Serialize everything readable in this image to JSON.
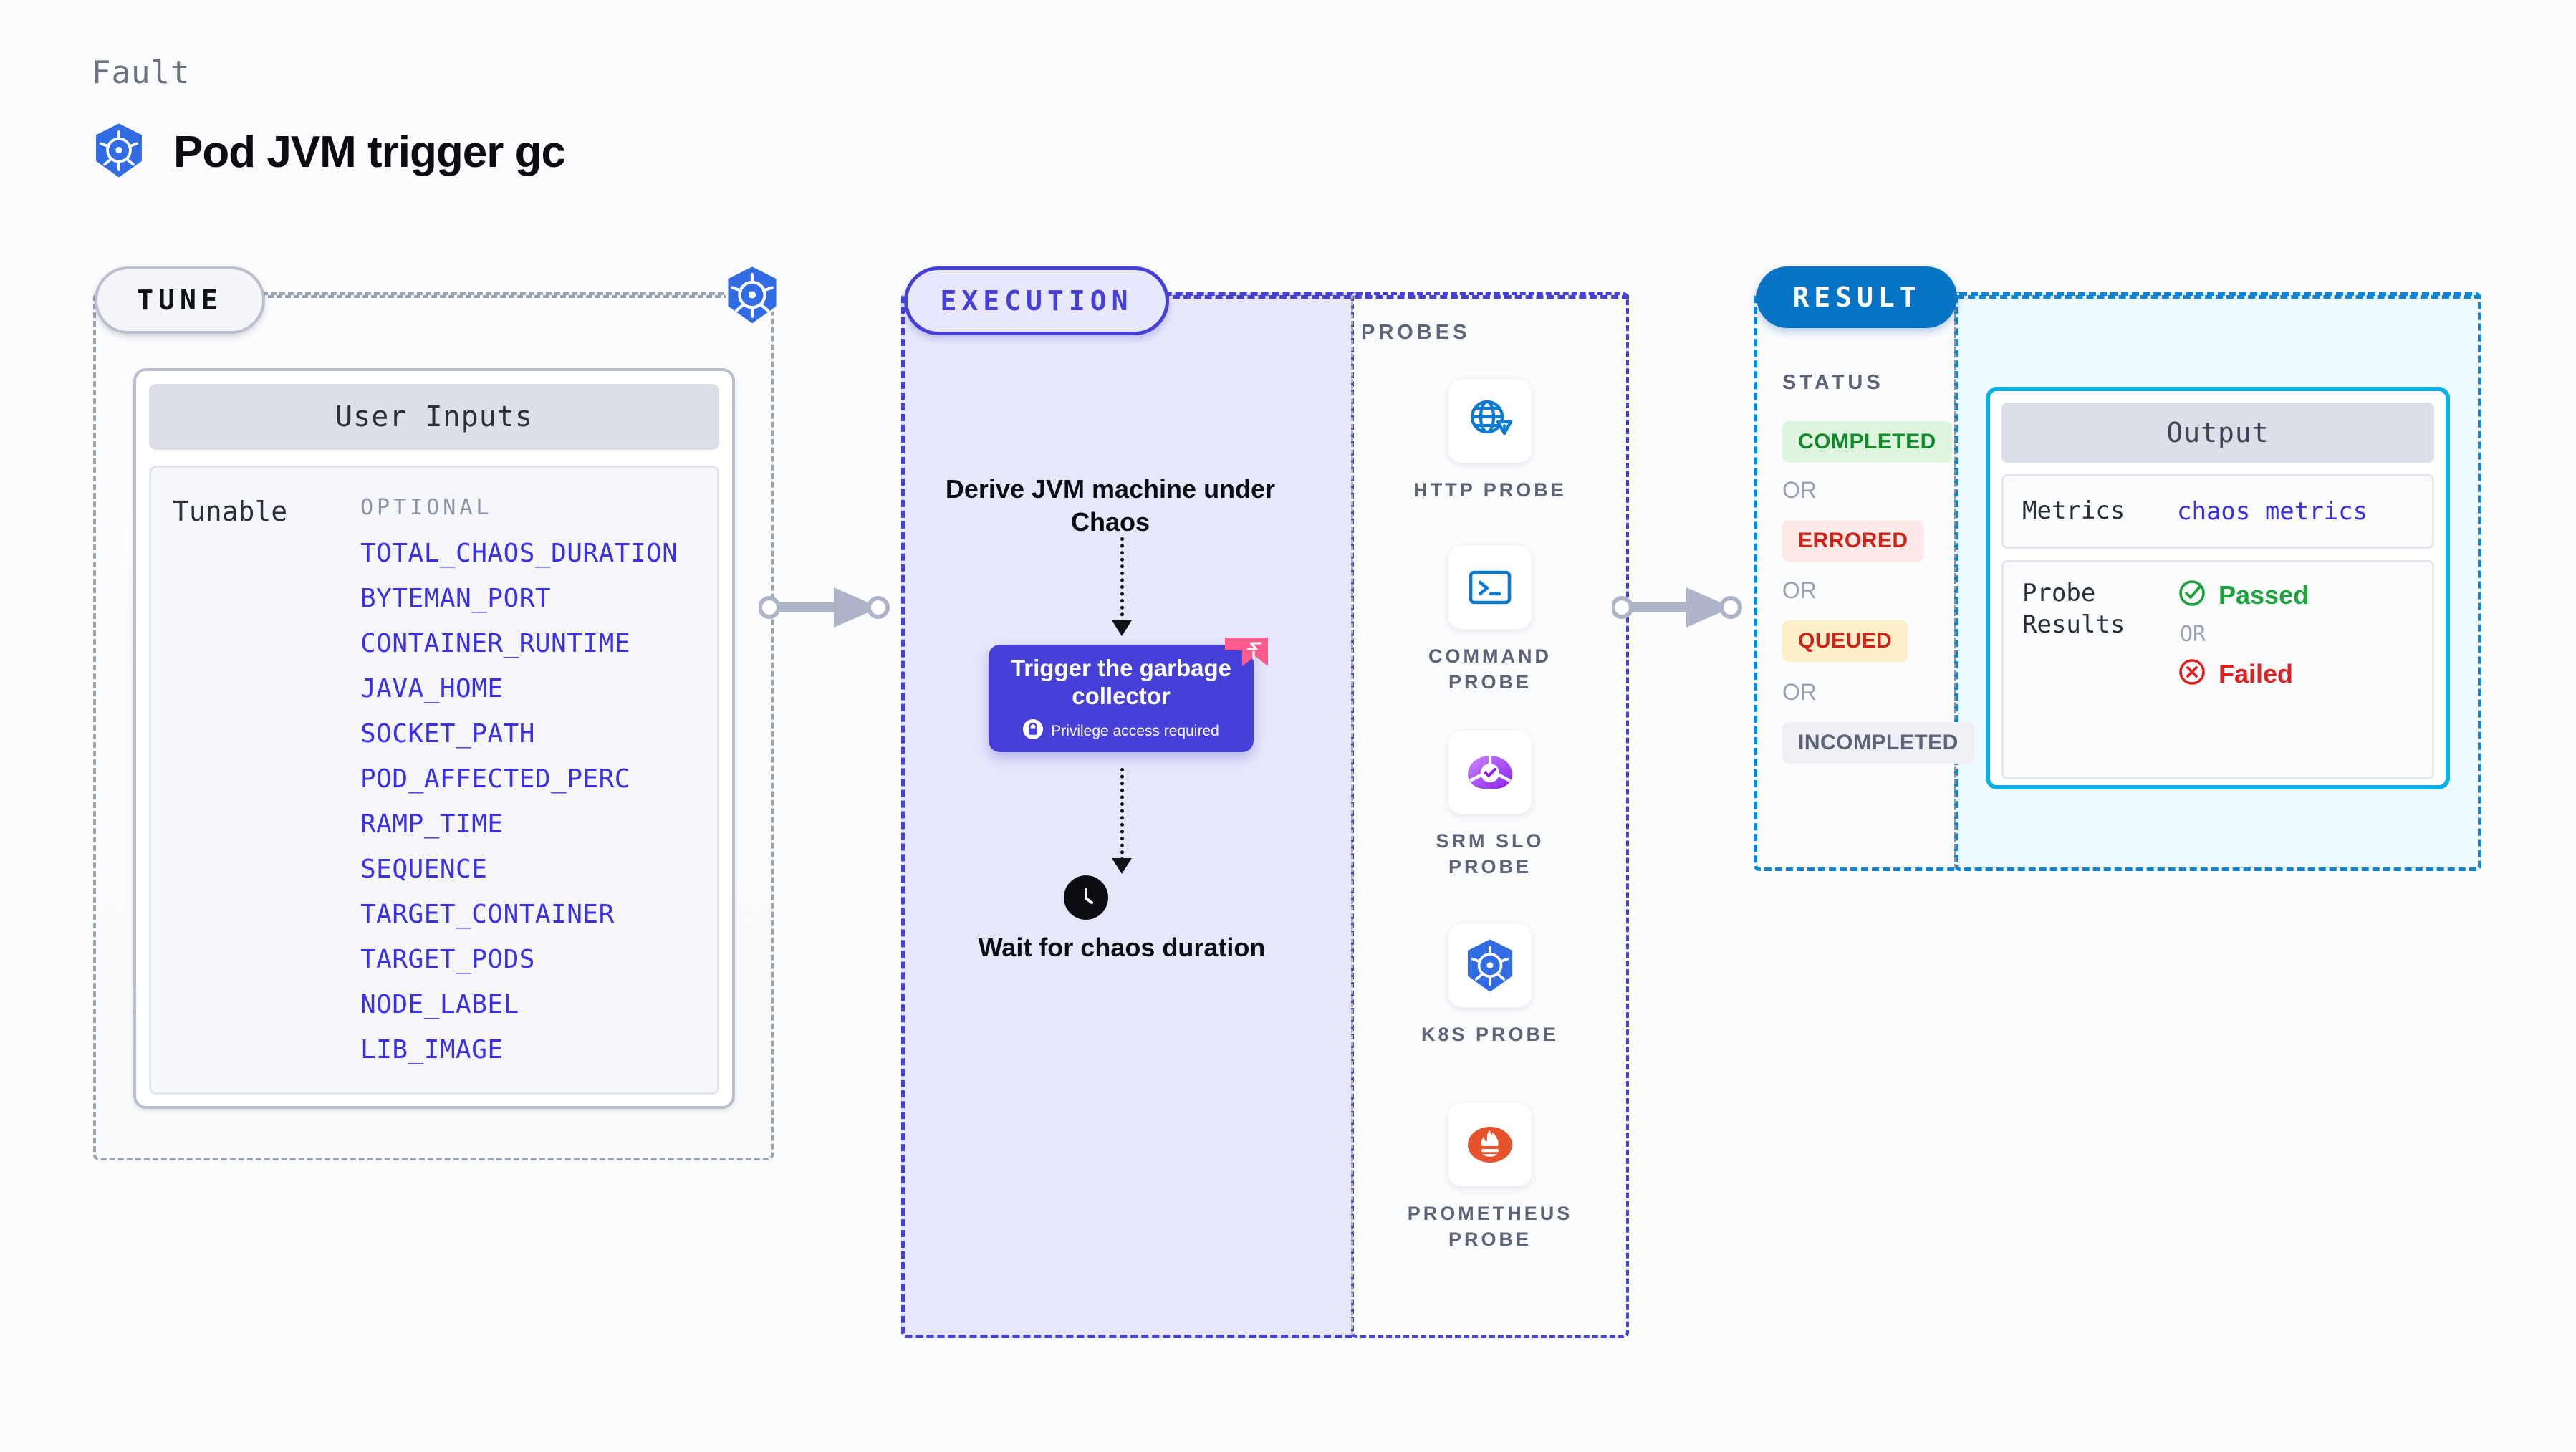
{
  "header": {
    "kicker": "Fault",
    "title": "Pod JVM trigger gc",
    "icon": "kubernetes-icon"
  },
  "tune": {
    "pill_label": "TUNE",
    "edge_icon": "kubernetes-icon",
    "card": {
      "header": "User Inputs",
      "key_label": "Tunable",
      "optional_label": "OPTIONAL",
      "tunables": [
        "TOTAL_CHAOS_DURATION",
        "BYTEMAN_PORT",
        "CONTAINER_RUNTIME",
        "JAVA_HOME",
        "SOCKET_PATH",
        "POD_AFFECTED_PERC",
        "RAMP_TIME",
        "SEQUENCE",
        "TARGET_CONTAINER",
        "TARGET_PODS",
        "NODE_LABEL",
        "LIB_IMAGE"
      ]
    }
  },
  "execution": {
    "pill_label": "EXECUTION",
    "derive_step": "Derive JVM machine under Chaos",
    "gc_node": {
      "title": "Trigger the garbage collector",
      "privilege_note": "Privilege access required",
      "lock_icon": "lock-icon",
      "corner_badge_icon": "chaos-flag-icon"
    },
    "wait_step": {
      "label": "Wait for chaos duration",
      "icon": "clock-icon"
    }
  },
  "probes": {
    "title": "PROBES",
    "items": [
      {
        "label": "HTTP PROBE",
        "icon": "globe-warning-icon"
      },
      {
        "label": "COMMAND PROBE",
        "icon": "terminal-icon"
      },
      {
        "label": "SRM SLO PROBE",
        "icon": "srm-slo-icon"
      },
      {
        "label": "K8S PROBE",
        "icon": "kubernetes-icon"
      },
      {
        "label": "PROMETHEUS PROBE",
        "icon": "prometheus-icon"
      }
    ]
  },
  "result": {
    "pill_label": "RESULT",
    "status": {
      "title": "STATUS",
      "or_label": "OR",
      "badges": [
        {
          "label": "COMPLETED",
          "bg": "#ddf5dd",
          "fg": "#118a2c"
        },
        {
          "label": "ERRORED",
          "bg": "#fdeae8",
          "fg": "#cf2318"
        },
        {
          "label": "QUEUED",
          "bg": "#fdefca",
          "fg": "#cf2318"
        },
        {
          "label": "INCOMPLETED",
          "bg": "#eff0f5",
          "fg": "#5c6477"
        }
      ]
    },
    "output": {
      "header": "Output",
      "metrics_key": "Metrics",
      "metrics_value": "chaos metrics",
      "probe_results_key": "Probe Results",
      "passed_label": "Passed",
      "failed_label": "Failed",
      "or_label": "OR",
      "passed_icon": "check-circle-icon",
      "failed_icon": "x-circle-icon"
    }
  },
  "colors": {
    "tune_accent": "#9aa1b2",
    "execution_accent": "#4640d8",
    "result_accent": "#0b84d9",
    "output_accent": "#0bb1e6",
    "tunable_text": "#3b30e8",
    "kubernetes_blue": "#326ce5",
    "prometheus_orange": "#e6522c",
    "corner_flag_pink": "#ff5c8d"
  }
}
